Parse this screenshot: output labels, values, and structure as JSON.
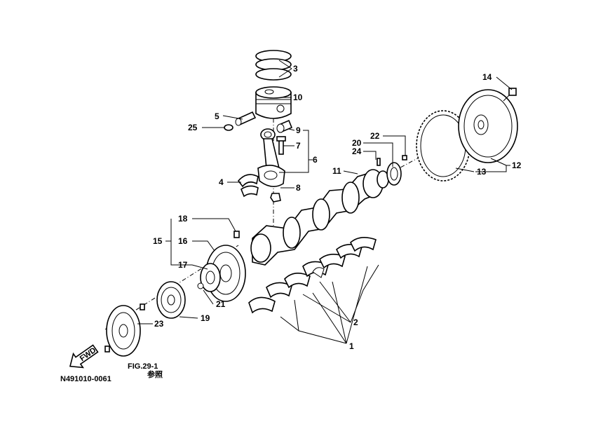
{
  "labels": {
    "p1": "1",
    "p2": "2",
    "p3": "3",
    "p4": "4",
    "p5": "5",
    "p6": "6",
    "p7": "7",
    "p8": "8",
    "p9": "9",
    "p10": "10",
    "p11": "11",
    "p12": "12",
    "p13": "13",
    "p14": "14",
    "p15": "15",
    "p16": "16",
    "p17": "17",
    "p18": "18",
    "p19": "19",
    "p20": "20",
    "p21": "21",
    "p22": "22",
    "p23": "23",
    "p24": "24",
    "p25": "25"
  },
  "fwd_arrow": "FWD",
  "fig_ref": "FIG.29-1",
  "fig_ref_jp": "参照",
  "drawing_number": "N491010-0061"
}
